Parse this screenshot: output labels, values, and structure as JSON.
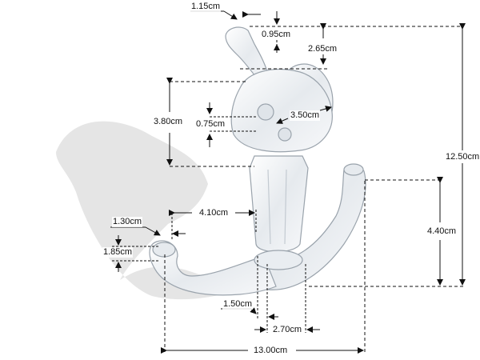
{
  "dimensions": {
    "arm_width": "1.15cm",
    "arm_top_gap": "0.95cm",
    "arm_length": "2.65cm",
    "plate_height": "3.80cm",
    "screw_hole": "0.75cm",
    "plate_diameter": "3.50cm",
    "total_height": "12.50cm",
    "left_reach": "4.10cm",
    "left_tip_width": "1.30cm",
    "left_tip_height": "1.85cm",
    "right_arm_height": "4.40cm",
    "stem_offset": "1.50cm",
    "stem_width": "2.70cm",
    "total_width": "13.00cm"
  },
  "colors": {
    "dimension_line": "#111111",
    "product_edge": "#9aa3ac",
    "product_fill": "#eef1f4",
    "shadow": "#d9d9d9"
  }
}
